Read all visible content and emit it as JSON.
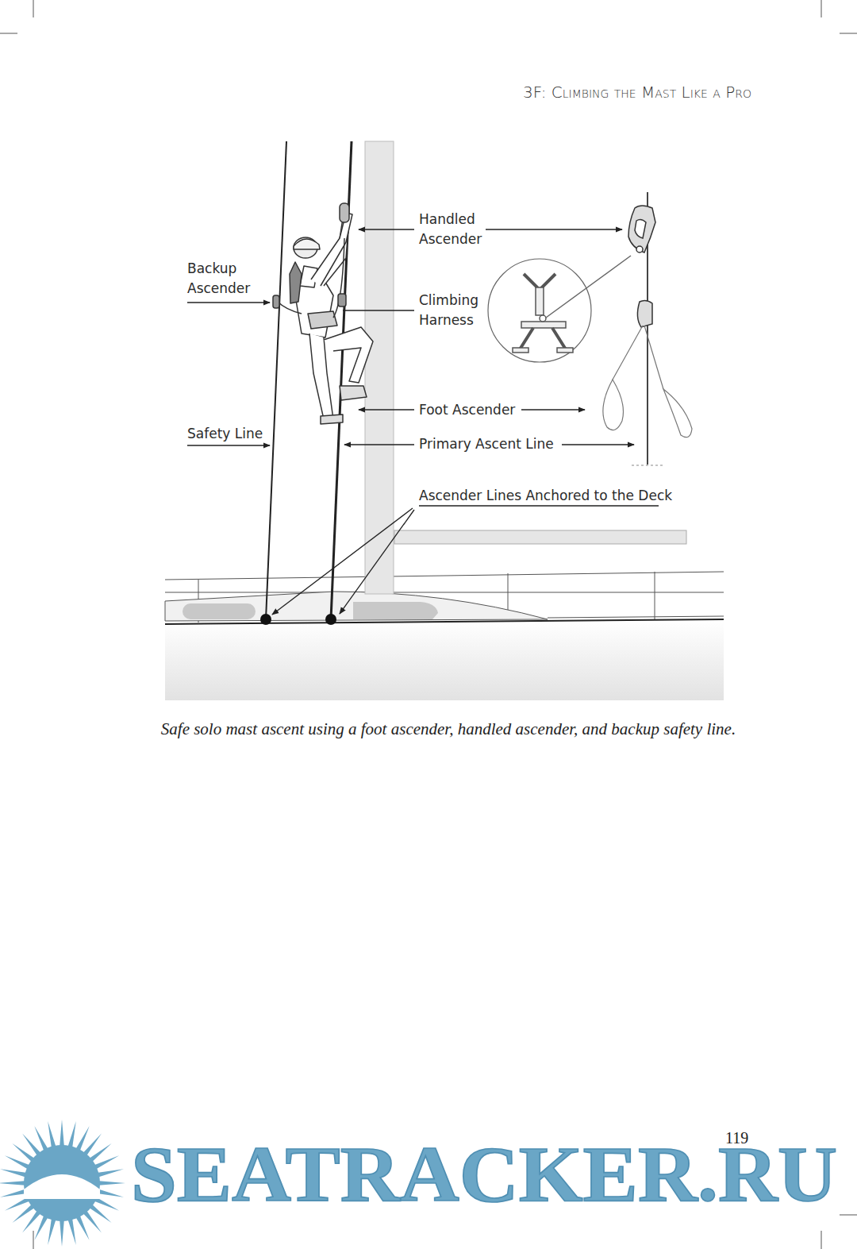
{
  "diagram": {
    "title": "3F: Climbing the Mast Like a Pro",
    "caption": "Safe solo mast ascent using a foot ascender, handled ascender, and backup safety line.",
    "labels": [
      "Handled Ascender",
      "Backup Ascender",
      "Climbing Harness",
      "Foot Ascender",
      "Safety Line",
      "Primary Ascent Line",
      "Ascender Lines Anchored to the Deck",
      "119",
      "SEATRACKER.RU"
    ]
  }
}
